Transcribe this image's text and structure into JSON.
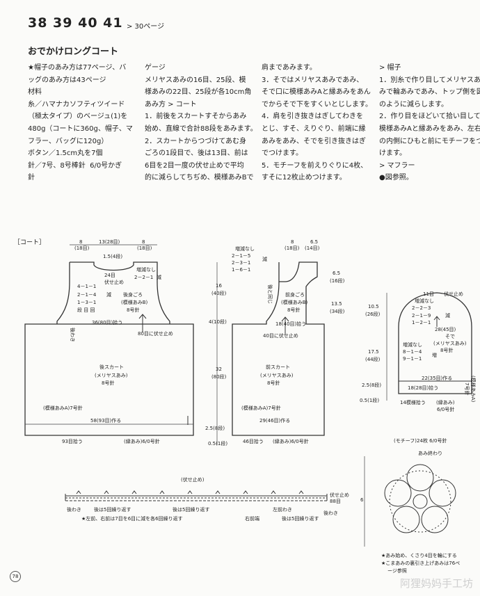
{
  "header": {
    "pattern_numbers": "38  39  40  41",
    "page_ref": "> 30ページ"
  },
  "title": "おでかけロングコート",
  "columns": {
    "col1": "★帽子のあみ方は77ページ、バ\nッグのあみ方は43ページ\n材料\n糸／ハマナカソフティツイード\n（極太タイプ）のベージュ(1)を\n480g（コートに360g、帽子、マ\nフラー、バッグに120g）\nボタン／1.5cm丸を7個\n針／7号、8号棒針  6/0号かぎ\n針",
    "col2": "ゲージ\nメリヤスあみの16目、25段、模\n様あみの22目、25段が各10cm角\nあみ方 > コート\n1．前後をスカートすそからあみ\n始め、直線で合計88段をあみます。\n2．スカートからつづけてあむ身\nごろの1段目で、後は13目、前は\n6目を2目一度の伏せ止めで平均\n的に減らしてちぢめ、模様あみBで",
    "col3": "肩まであみます。\n3．そではメリヤスあみであみ、\nそで口に模様あみAと縁あみをあん\nでからそで下をすくいとじします。\n4．肩を引き抜きはぎしてわきを\nとじ、すそ、えりぐり、前端に縁\nあみをあみ、そでを引き抜きはぎ\nでつけます。\n5．モチーフを前えりぐりに4枚、\nすそに12枚止めつけます。",
    "col4": "> 帽子\n1．別糸で作り目してメリヤスあ\nみで輪あみであみ、トップ側を図\nのように減らします。\n2．作り目をほどいて拾い目して\n模様あみAと縁あみをあみ、左右\nの内側にひもと前にモチーフをつ\nけます。\n> マフラー\n●図参照。"
  },
  "diagram": {
    "section_label": "［コート］",
    "back": {
      "top_widths": [
        "8",
        "(18目)",
        "13(28目)",
        "8",
        "(18目)"
      ],
      "neck_depth": "1.5(4段)",
      "neck_notes": [
        "24目",
        "伏せ止め"
      ],
      "no_dec": [
        "増減なし",
        "2－2－1",
        "減"
      ],
      "arm_dec": [
        "4－1－1",
        "2－1－4",
        "1－3－1",
        "段 目 回"
      ],
      "arm_text": "減",
      "body_label": [
        "後身ごろ",
        "(模様あみB)",
        "8号針"
      ],
      "pickup": "36(80目)拾う",
      "cast_off": "80目に伏せ止め",
      "skirt": [
        "後スカート",
        "(メリヤスあみ)",
        "8号針"
      ],
      "pattern_a": "(模様あみA)7号針",
      "cast_on": "58(93目)作る",
      "hem_pick": "93目拾う",
      "edging": "(縁あみ)6/0号針",
      "side_text": "後わき"
    },
    "center_dims": [
      "16",
      "(40段)",
      "4(10段)",
      "32",
      "(80段)",
      "2.5(8段)",
      "0.5(1段)"
    ],
    "front": {
      "neck_spec": [
        "増減なし",
        "2－1－5",
        "2－3－1",
        "1－6－1"
      ],
      "neck_dec": "減",
      "top_widths": [
        "8",
        "(18目)",
        "6.5",
        "(14目)"
      ],
      "right_dims": [
        "6.5",
        "(16段)",
        "13.5",
        "(34段)"
      ],
      "shoulder": "後と同じ",
      "body_label": [
        "前身ごろ",
        "(模様あみB)",
        "8号針"
      ],
      "pickup": "18(40目)拾う",
      "cast_off": "40目に伏せ止め",
      "skirt": [
        "前スカート",
        "(メリヤスあみ)",
        "8号針"
      ],
      "pattern_a": "(模様あみA)7号針",
      "cast_on": "29(46目)作る",
      "hem_pick": "46目拾う",
      "edging": "(縁あみ)6/0号針"
    },
    "sleeve": {
      "top": "11目",
      "top_note": "伏せ止め",
      "dec_spec": [
        "増減なし",
        "2－2－3",
        "2－1－9",
        "1－2－1"
      ],
      "dec": "減",
      "cap_width": "28(45目)",
      "left_dims": [
        "10.5",
        "(26段)",
        "17.5",
        "(44段)",
        "2.5(8段)",
        "0.5(1段)"
      ],
      "sleeve_label": [
        "そで",
        "(メリヤスあみ)",
        "8号針"
      ],
      "inc_spec": [
        "増減なし",
        "8－1－4",
        "9－1－1"
      ],
      "inc": "増",
      "width": "22(35目)作る",
      "cuff_cast_off": "18(28目)拾う",
      "cuff_pick": "14模様拾う",
      "edge": "(縁あみ)",
      "edge_hook": "6/0号針",
      "right_side": "(模様あみA)",
      "right_needle": "7号針"
    },
    "chart": {
      "title": "(伏せ止め)",
      "cast_off": "伏せ止め",
      "stitches": "88目",
      "left_side": "後わき",
      "right_side": "後わき",
      "rep1": "後は5回繰り返す",
      "rep2": "後は5回繰り返す",
      "right_front": "右前端",
      "left_front": "左前わき",
      "rep3": "後は5回繰り返す",
      "note": "★左前、右前は7目を6目に減を各6回繰り返す"
    },
    "motif": {
      "title": "(モチーフ)24枚  6/0号針",
      "end": "あみ終わり",
      "size": "6",
      "notes": [
        "★あみ始め、くさり4目を輪にする",
        "★こまあみの裏引き上げあみは76ペ",
        "ージ参照"
      ]
    }
  },
  "page_number": "78",
  "watermark": "阿狸妈妈手工坊"
}
